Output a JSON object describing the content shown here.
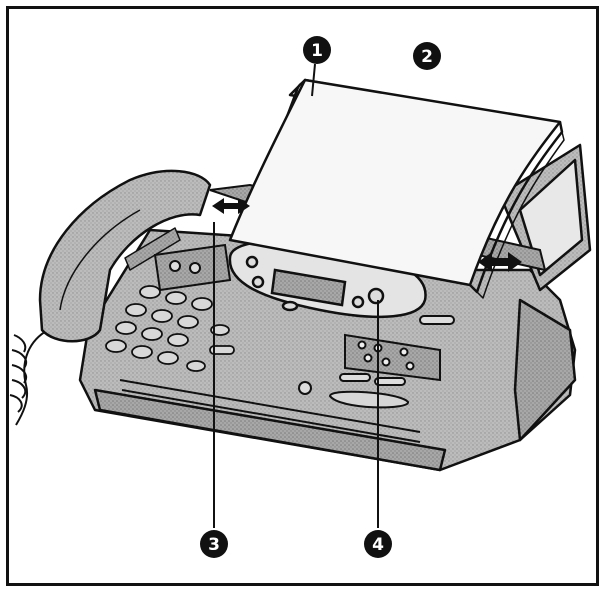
{
  "callouts": [
    {
      "label": "1"
    },
    {
      "label": "2"
    },
    {
      "label": "3"
    },
    {
      "label": "4"
    }
  ],
  "colors": {
    "stroke": "#111111",
    "body_fill": "#b7b7b7",
    "body_shade": "#9a9a9a",
    "paper_fill": "#f7f7f7",
    "callout_fill": "#111111"
  },
  "icons": {
    "guide_arrow_left": "double-arrow-icon",
    "guide_arrow_right": "double-arrow-icon"
  }
}
